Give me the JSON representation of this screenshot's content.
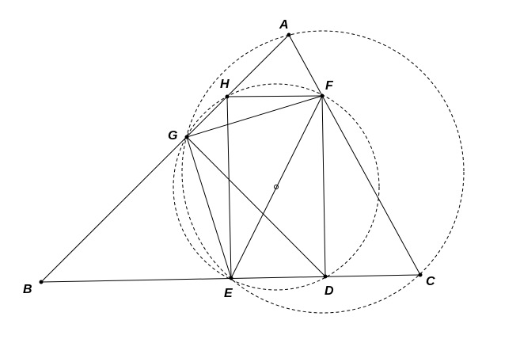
{
  "points": [
    {
      "id": "A",
      "label": "A"
    },
    {
      "id": "B",
      "label": "B"
    },
    {
      "id": "C",
      "label": "C"
    },
    {
      "id": "D",
      "label": "D"
    },
    {
      "id": "E",
      "label": "E"
    },
    {
      "id": "F",
      "label": "F"
    },
    {
      "id": "G",
      "label": "G"
    },
    {
      "id": "H",
      "label": "H"
    }
  ],
  "segments": [
    [
      "A",
      "B"
    ],
    [
      "A",
      "C"
    ],
    [
      "B",
      "C"
    ],
    [
      "H",
      "F"
    ],
    [
      "H",
      "E"
    ],
    [
      "G",
      "F"
    ],
    [
      "G",
      "E"
    ],
    [
      "G",
      "D"
    ],
    [
      "F",
      "E"
    ],
    [
      "F",
      "D"
    ]
  ],
  "circles": [
    {
      "id": "circle-large",
      "style": "dashed"
    },
    {
      "id": "circle-small",
      "style": "dashed",
      "center_marked": true
    }
  ],
  "colors": {
    "stroke": "#000000",
    "background": "#ffffff"
  }
}
